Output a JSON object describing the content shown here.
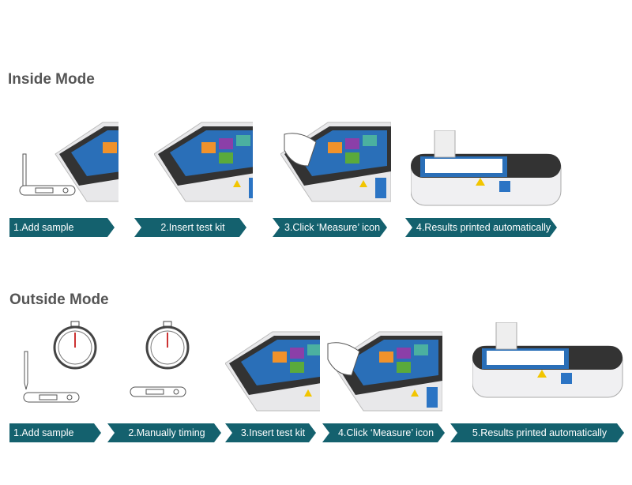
{
  "inside": {
    "title": "Inside Mode",
    "steps": [
      "1.Add sample",
      "2.Insert test kit",
      "3.Click ‘Measure’ icon",
      "4.Results printed automatically"
    ]
  },
  "outside": {
    "title": "Outside Mode",
    "steps": [
      "1.Add sample",
      "2.Manually timing",
      "3.Insert test kit",
      "4.Click ‘Measure’ icon",
      "5.Results printed automatically"
    ]
  },
  "colors": {
    "banner": "#14616e",
    "title": "#555555"
  }
}
